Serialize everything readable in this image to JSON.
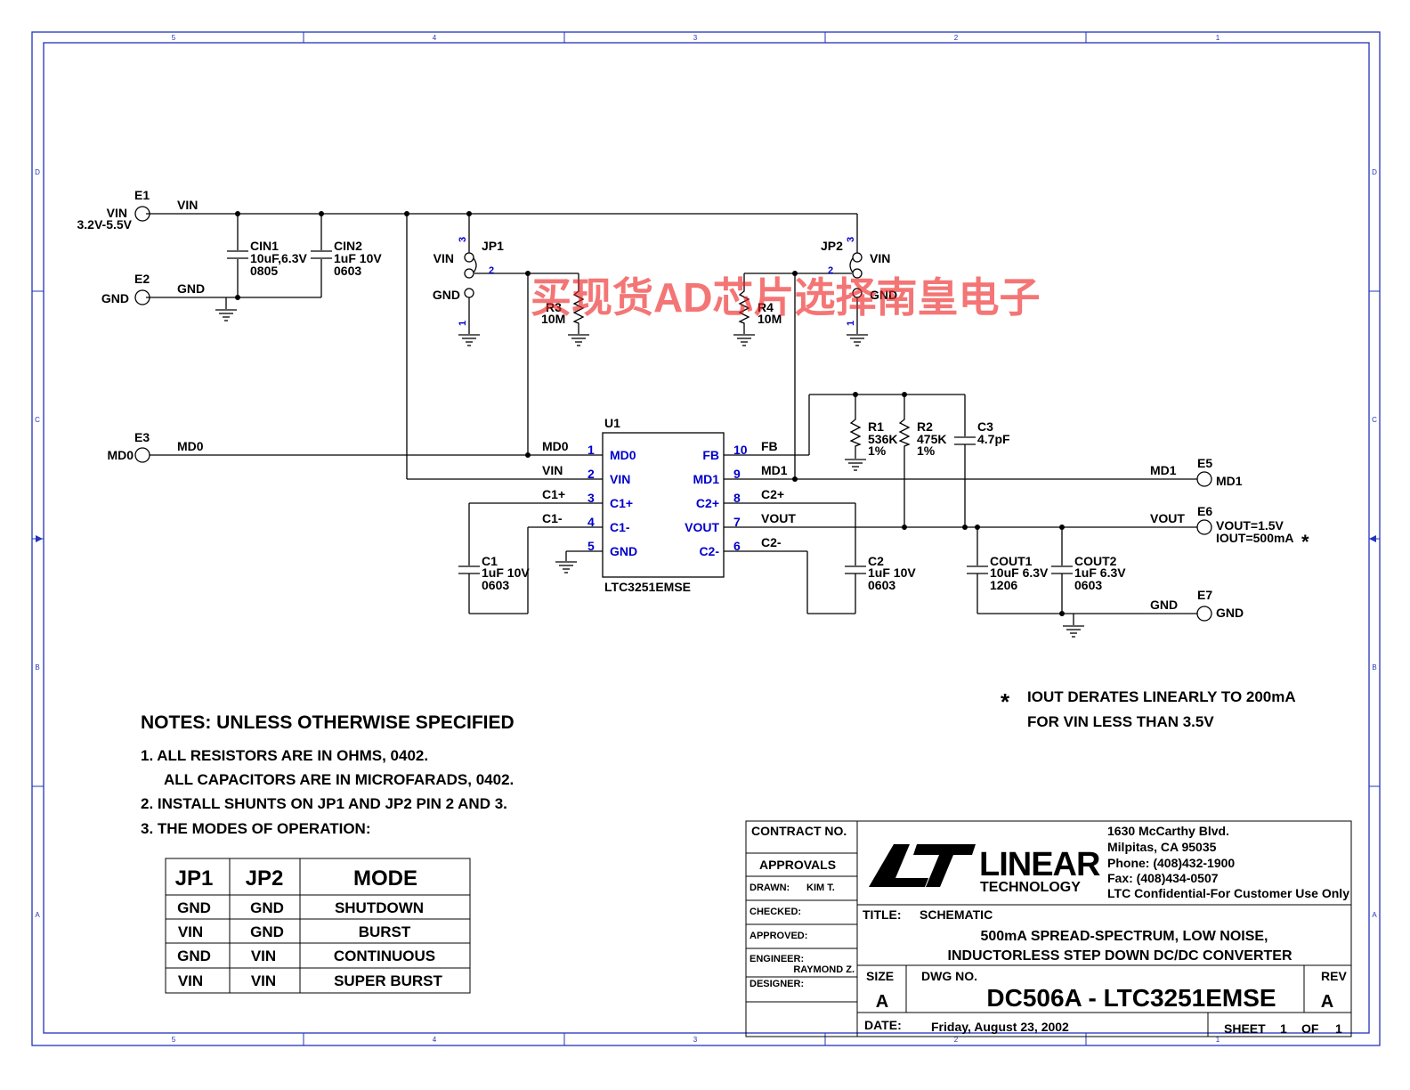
{
  "frame": {
    "columns": [
      "5",
      "4",
      "3",
      "2",
      "1"
    ],
    "rows": [
      "D",
      "C",
      "B",
      "A"
    ]
  },
  "connectors": {
    "E1": {
      "ref": "E1",
      "label": "VIN",
      "sub": "3.2V-5.5V",
      "net": "VIN"
    },
    "E2": {
      "ref": "E2",
      "label": "GND",
      "net": "GND"
    },
    "E3": {
      "ref": "E3",
      "label": "MD0",
      "net": "MD0"
    },
    "E5": {
      "ref": "E5",
      "label": "MD1",
      "net": "MD1"
    },
    "E6": {
      "ref": "E6",
      "label1": "VOUT=1.5V",
      "label2": "IOUT=500mA",
      "star": "*",
      "net": "VOUT"
    },
    "E7": {
      "ref": "E7",
      "label": "GND",
      "net": "GND"
    }
  },
  "caps": {
    "CIN1": {
      "ref": "CIN1",
      "val": "10uF,6.3V",
      "pkg": "0805"
    },
    "CIN2": {
      "ref": "CIN2",
      "val": "1uF 10V",
      "pkg": "0603"
    },
    "C1": {
      "ref": "C1",
      "val": "1uF 10V",
      "pkg": "0603"
    },
    "C2": {
      "ref": "C2",
      "val": "1uF 10V",
      "pkg": "0603"
    },
    "C3": {
      "ref": "C3",
      "val": "4.7pF"
    },
    "COUT1": {
      "ref": "COUT1",
      "val": "10uF 6.3V",
      "pkg": "1206"
    },
    "COUT2": {
      "ref": "COUT2",
      "val": "1uF 6.3V",
      "pkg": "0603"
    }
  },
  "resistors": {
    "R1": {
      "ref": "R1",
      "val": "536K",
      "tol": "1%"
    },
    "R2": {
      "ref": "R2",
      "val": "475K",
      "tol": "1%"
    },
    "R3": {
      "ref": "R3",
      "val": "10M"
    },
    "R4": {
      "ref": "R4",
      "val": "10M"
    }
  },
  "jumpers": {
    "JP1": {
      "ref": "JP1",
      "vin": "VIN",
      "gnd": "GND",
      "p1": "1",
      "p2": "2",
      "p3": "3"
    },
    "JP2": {
      "ref": "JP2",
      "vin": "VIN",
      "gnd": "GND",
      "p1": "1",
      "p2": "2",
      "p3": "3"
    }
  },
  "ic": {
    "ref": "U1",
    "part": "LTC3251EMSE",
    "left_pins": [
      {
        "num": "1",
        "name": "MD0",
        "net": "MD0"
      },
      {
        "num": "2",
        "name": "VIN",
        "net": "VIN"
      },
      {
        "num": "3",
        "name": "C1+",
        "net": "C1+"
      },
      {
        "num": "4",
        "name": "C1-",
        "net": "C1-"
      },
      {
        "num": "5",
        "name": "GND"
      }
    ],
    "right_pins": [
      {
        "num": "10",
        "name": "FB",
        "net": "FB"
      },
      {
        "num": "9",
        "name": "MD1",
        "net": "MD1"
      },
      {
        "num": "8",
        "name": "C2+",
        "net": "C2+"
      },
      {
        "num": "7",
        "name": "VOUT",
        "net": "VOUT"
      },
      {
        "num": "6",
        "name": "C2-",
        "net": "C2-"
      }
    ]
  },
  "nets": {
    "vin": "VIN",
    "gnd": "GND",
    "md0": "MD0",
    "md1": "MD1",
    "vout": "VOUT"
  },
  "watermark": "买现货AD芯片选择南皇电子",
  "footnote": {
    "star": "*",
    "line1": "IOUT DERATES LINEARLY TO 200mA",
    "line2": "FOR VIN LESS THAN 3.5V"
  },
  "notes": {
    "heading": "NOTES: UNLESS OTHERWISE SPECIFIED",
    "n1a": "1.  ALL RESISTORS ARE IN OHMS, 0402.",
    "n1b": "ALL CAPACITORS ARE IN MICROFARADS, 0402.",
    "n2": "2.  INSTALL SHUNTS ON JP1 AND JP2 PIN 2 AND 3.",
    "n3": "3.  THE MODES OF OPERATION:"
  },
  "mode_table": {
    "headers": [
      "JP1",
      "JP2",
      "MODE"
    ],
    "rows": [
      [
        "GND",
        "GND",
        "SHUTDOWN"
      ],
      [
        "VIN",
        "GND",
        "BURST"
      ],
      [
        "GND",
        "VIN",
        "CONTINUOUS"
      ],
      [
        "VIN",
        "VIN",
        "SUPER BURST"
      ]
    ]
  },
  "title_block": {
    "contract_no": "CONTRACT NO.",
    "approvals": "APPROVALS",
    "drawn_label": "DRAWN:",
    "drawn_by": "KIM T.",
    "checked_label": "CHECKED:",
    "approved_label": "APPROVED:",
    "engineer_label": "ENGINEER:",
    "engineer": "RAYMOND Z.",
    "designer_label": "DESIGNER:",
    "logo_text": "LINEAR",
    "logo_sub": "TECHNOLOGY",
    "address": [
      "1630 McCarthy Blvd.",
      "Milpitas, CA 95035",
      "Phone: (408)432-1900",
      "Fax: (408)434-0507",
      "LTC Confidential-For Customer Use Only"
    ],
    "title_label": "TITLE:",
    "title_kind": "SCHEMATIC",
    "title_line1": "500mA SPREAD-SPECTRUM, LOW NOISE,",
    "title_line2": "INDUCTORLESS STEP DOWN DC/DC CONVERTER",
    "size_label": "SIZE",
    "size": "A",
    "dwg_label": "DWG NO.",
    "dwg_no": "DC506A - LTC3251EMSE",
    "rev_label": "REV",
    "rev": "A",
    "date_label": "DATE:",
    "date": "Friday, August 23, 2002",
    "sheet_label": "SHEET",
    "sheet_num": "1",
    "of_label": "OF",
    "sheet_total": "1"
  }
}
